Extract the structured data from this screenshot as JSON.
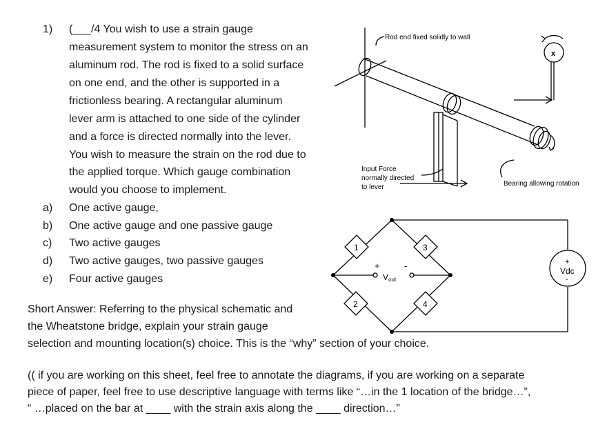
{
  "question": {
    "number": "1)",
    "points": "(___/4 You wish to use a strain gauge",
    "lines": [
      "measurement system to monitor the stress on an",
      "aluminum rod.  The rod is fixed to a solid surface",
      "on one end, and the other is supported in a",
      "frictionless bearing.  A rectangular aluminum",
      "lever arm is attached to one side of the cylinder",
      "and a force is directed normally into the lever.",
      "You wish to measure the strain on the rod due to",
      "the applied torque. Which gauge combination",
      "would you choose to implement."
    ]
  },
  "options": [
    {
      "letter": "a)",
      "text": "One active gauge,"
    },
    {
      "letter": "b)",
      "text": "One active gauge and one passive gauge"
    },
    {
      "letter": "c)",
      "text": "Two active gauges"
    },
    {
      "letter": "d)",
      "text": "Two active gauges, two passive gauges"
    },
    {
      "letter": "e)",
      "text": "Four active gauges"
    }
  ],
  "diagram": {
    "label_fixed": "Rod end fixed solidly to wall",
    "label_force": [
      "Input Force",
      "normally directed",
      "to lever"
    ],
    "label_bearing": "Bearing allowing rotation",
    "symbol_x": "x"
  },
  "bridge": {
    "arms": [
      "1",
      "3",
      "2",
      "4"
    ],
    "vout": "V",
    "vout_sub": "out",
    "plus": "+",
    "minus": "-",
    "source_plus": "+",
    "source_label": "Vdc",
    "source_minus": "-"
  },
  "short_answer": [
    "Short Answer: Referring to the physical schematic and",
    "the Wheatstone bridge, explain your strain gauge",
    "selection and mounting location(s) choice.  This is the “why” section of your choice."
  ],
  "note": [
    "(( if you are working on this sheet, feel free to annotate the diagrams, if you are working on a separate",
    "piece of paper, feel free to use descriptive language with terms like “…in the 1 location of the bridge…”,",
    "“ …placed on the bar at ____ with the strain axis along the ____ direction…”"
  ]
}
